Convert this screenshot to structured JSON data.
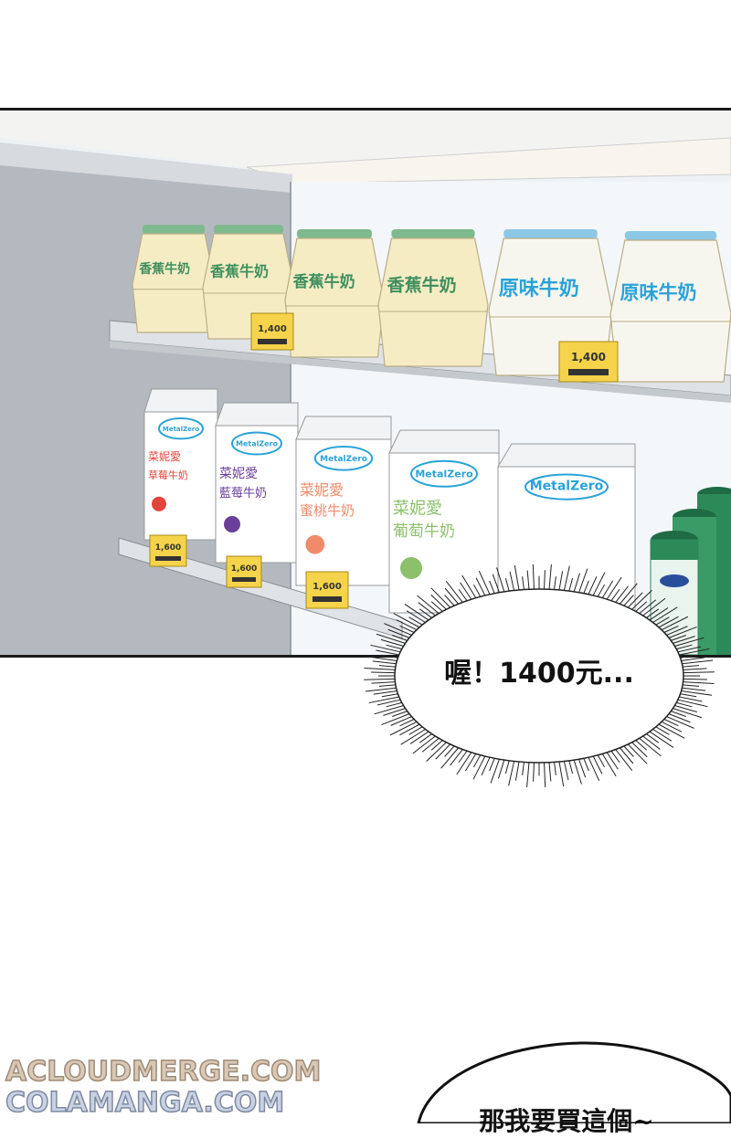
{
  "shelf_top": {
    "products": [
      {
        "label": "香蕉牛奶"
      },
      {
        "label": "香蕉牛奶"
      },
      {
        "label": "香蕉牛奶"
      },
      {
        "label": "香蕉牛奶"
      },
      {
        "label": "原味牛奶"
      },
      {
        "label": "原味牛奶"
      }
    ],
    "price_tags": [
      "1,400",
      "1,400"
    ]
  },
  "shelf_bottom": {
    "cartons": [
      {
        "brand_line": "菜妮愛",
        "flavor_line": "草莓牛奶",
        "logo": "MetalZero"
      },
      {
        "brand_line": "菜妮愛",
        "flavor_line": "藍莓牛奶",
        "logo": "MetalZero"
      },
      {
        "brand_line": "菜妮愛",
        "flavor_line": "蜜桃牛奶",
        "logo": "MetalZero"
      },
      {
        "brand_line": "菜妮愛",
        "flavor_line": "葡萄牛奶",
        "logo": "MetalZero"
      },
      {
        "brand_line": "",
        "flavor_line": "",
        "logo": "MetalZero"
      }
    ],
    "price_tags": [
      "1,600",
      "1,600",
      "1,600"
    ]
  },
  "speech": {
    "bubble1": "喔！1400元...",
    "bubble2": "那我要買這個~"
  },
  "watermark": {
    "line1": "ACLOUDMERGE.COM",
    "line2": "COLAMANGA.COM"
  },
  "colors": {
    "banana_bottle": "#f6ecc4",
    "banana_cap": "#7fb98e",
    "plain_cap": "#8cc8e6",
    "price_tag": "#f5d34a",
    "carton": "#ffffff",
    "logo_blue": "#2aa3d8"
  }
}
